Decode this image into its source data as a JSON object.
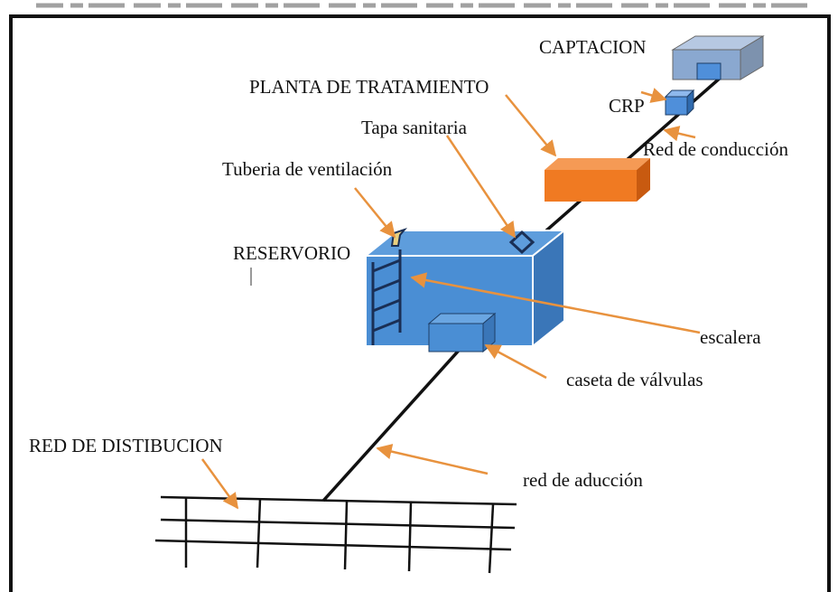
{
  "labels": {
    "captacion": "CAPTACION",
    "planta": "PLANTA DE TRATAMIENTO",
    "crp": "CRP",
    "tapa": "Tapa sanitaria",
    "conduccion": "Red de conducción",
    "tuberia": "Tuberia de ventilación",
    "reservorio": "RESERVORIO",
    "escalera": "escalera",
    "caseta": "caseta de válvulas",
    "distribucion": "RED DE DISTIBUCION",
    "aduccion": "red de aducción"
  },
  "colors": {
    "frame": "#111111",
    "pipe": "#111111",
    "arrow": "#E8923E",
    "reservoir": "#4A8ED4",
    "reservoir_side": "#3A76B8",
    "captacion": "#8AA8D0",
    "crp": "#4F8FDA",
    "planta": "#F07A22",
    "caseta": "#4A8ED4"
  }
}
